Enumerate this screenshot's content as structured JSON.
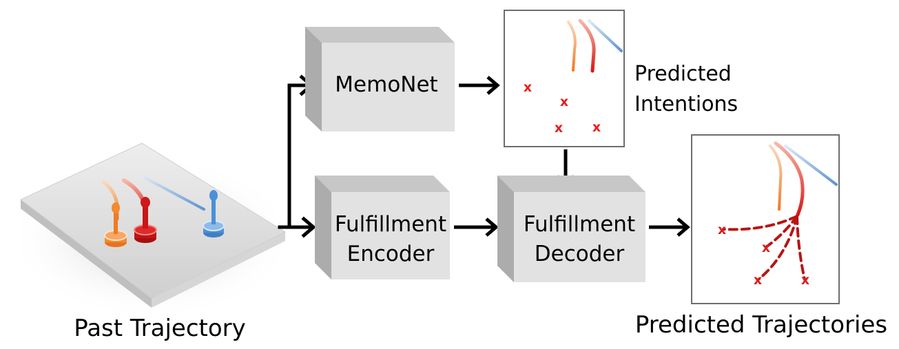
{
  "diagram": {
    "past_trajectory_label": "Past Trajectory",
    "memonet_label": "MemoNet",
    "encoder_label_line1": "Fulfillment",
    "encoder_label_line2": "Encoder",
    "decoder_label_line1": "Fulfillment",
    "decoder_label_line2": "Decoder",
    "intentions_label_line1": "Predicted",
    "intentions_label_line2": "Intentions",
    "predicted_trajectories_label": "Predicted Trajectories",
    "intention_marker": "x",
    "colors": {
      "box_front": "#e2e2e2",
      "box_top": "#c7c7c7",
      "box_side": "#acacac",
      "agent_orange": "#f28a2e",
      "agent_red": "#d01818",
      "agent_blue": "#4a90d9",
      "prediction_dashed": "#b81414",
      "arrow": "#000000"
    }
  }
}
